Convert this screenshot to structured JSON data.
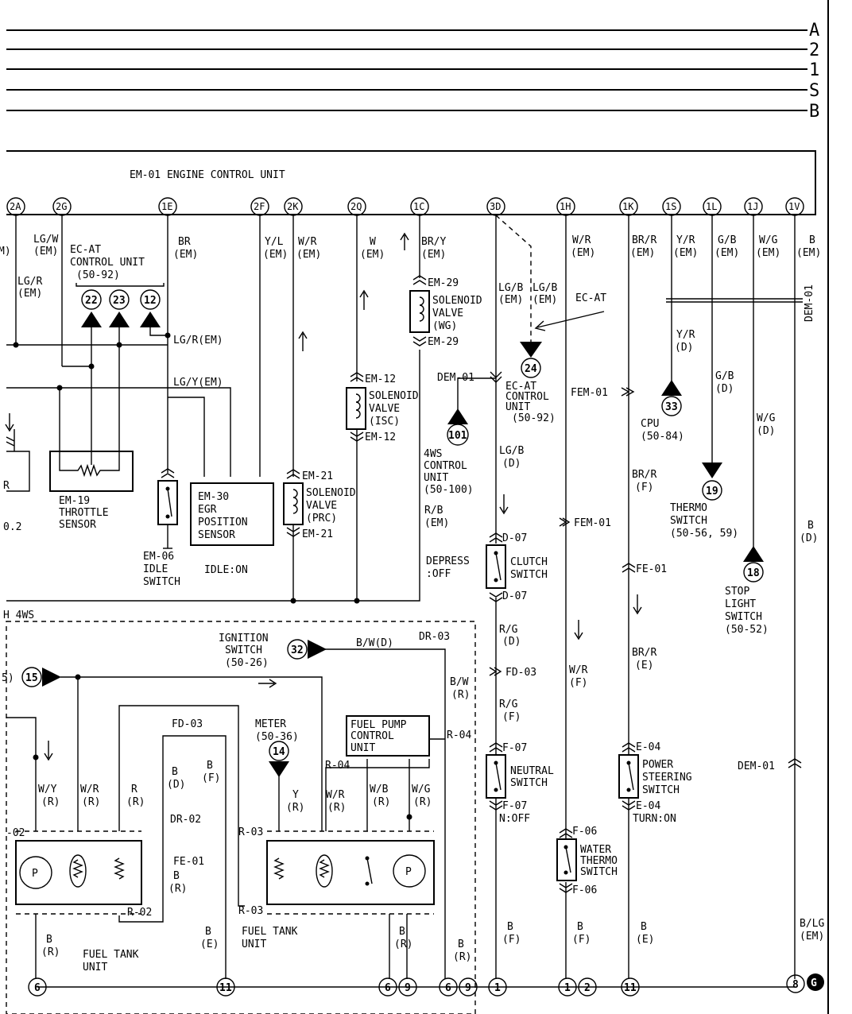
{
  "right_labels": [
    "A",
    "2",
    "1",
    "S",
    "B"
  ],
  "ecu": {
    "title": "EM-01 ENGINE CONTROL UNIT",
    "pins": [
      "2A",
      "2G",
      "1E",
      "2F",
      "2K",
      "2Q",
      "1C",
      "3D",
      "1H",
      "1K",
      "1S",
      "1L",
      "1J",
      "1V"
    ]
  },
  "wire_labels": {
    "lgw": "LG/W",
    "em": "(EM)",
    "lgr": "LG/R",
    "br": "BR",
    "yl": "Y/L",
    "wr": "W/R",
    "w": "W",
    "bry": "BR/Y",
    "lgb": "LG/B",
    "brr": "BR/R",
    "yr": "Y/R",
    "gb": "G/B",
    "wg": "W/G",
    "b": "B",
    "d": "(D)",
    "f": "(F)",
    "e": "(E)",
    "r": "(R)",
    "lgr_em": "LG/R(EM)",
    "lgy_em": "LG/Y(EM)",
    "rb": "R/B",
    "rg": "R/G",
    "bw_d": "B/W(D)",
    "bw": "B/W",
    "wy": "W/Y",
    "rr": "R",
    "y": "Y",
    "wb": "W/B",
    "blg": "B/LG",
    "dem01_v": "DEM-01"
  },
  "components": {
    "ecat1": [
      "EC-AT",
      "CONTROL UNIT",
      "(50-92)"
    ],
    "ecat1_refs": [
      "22",
      "23",
      "12"
    ],
    "em19": [
      "EM-19",
      "THROTTLE",
      "SENSOR"
    ],
    "em06": [
      "EM-06",
      "IDLE",
      "SWITCH"
    ],
    "idle_on": "IDLE:ON",
    "em30": [
      "EM-30",
      "EGR",
      "POSITION",
      "SENSOR"
    ],
    "sol_isc": [
      "SOLENOID",
      "VALVE",
      "(ISC)"
    ],
    "sol_prc": [
      "SOLENOID",
      "VALVE",
      "(PRC)"
    ],
    "sol_wg": [
      "SOLENOID",
      "VALVE",
      "(WG)"
    ],
    "connectors": {
      "em12": "EM-12",
      "em21": "EM-21",
      "em29": "EM-29",
      "dem01": "DEM-01",
      "fem01": "FEM-01",
      "fe01": "FE-01",
      "d07": "D-07",
      "fd03": "FD-03",
      "f07": "F-07",
      "e04": "E-04",
      "f06": "F-06",
      "dr03": "DR-03",
      "r04": "R-04",
      "r03": "R-03",
      "r02": "R-02",
      "dr02": "DR-02",
      "o2": "-02"
    },
    "ecat2": [
      "EC-AT",
      "CONTROL",
      "UNIT",
      "(50-92)"
    ],
    "ecat2_ref": "24",
    "ecat_arrow": "EC-AT",
    "fws": [
      "4WS",
      "CONTROL",
      "UNIT",
      "(50-100)"
    ],
    "fws_ref": "101",
    "cpu": [
      "CPU",
      "(50-84)"
    ],
    "cpu_ref": "33",
    "thermo": [
      "THERMO",
      "SWITCH",
      "(50-56, 59)"
    ],
    "thermo_ref": "19",
    "stop": [
      "STOP",
      "LIGHT",
      "SWITCH",
      "(50-52)"
    ],
    "stop_ref": "18",
    "clutch": [
      "CLUTCH",
      "SWITCH"
    ],
    "depress": [
      "DEPRESS",
      ":OFF"
    ],
    "neutral": [
      "NEUTRAL",
      "SWITCH"
    ],
    "n_off": "N:OFF",
    "ps": [
      "POWER",
      "STEERING",
      "SWITCH"
    ],
    "turn_on": "TURN:ON",
    "water": [
      "WATER",
      "THERMO",
      "SWITCH"
    ],
    "ignition": [
      "IGNITION",
      "SWITCH",
      "(50-26)"
    ],
    "ignition_ref": "32",
    "meter": [
      "METER",
      "(50-36)"
    ],
    "meter_ref": "14",
    "fpcu": [
      "FUEL PUMP",
      "CONTROL",
      "UNIT"
    ],
    "fuel_tank": [
      "FUEL TANK",
      "UNIT"
    ],
    "left_ref": "15",
    "frag_o2": "0.2",
    "frag_r": "R",
    "frag_4ws": "H 4WS",
    "frag_5": "5)",
    "frag_m": "M)",
    "pump": "P"
  },
  "ground_points": [
    "6",
    "11",
    "6",
    "9",
    "6",
    "9",
    "1",
    "1",
    "2",
    "11",
    "8"
  ],
  "ground_mark": "G"
}
